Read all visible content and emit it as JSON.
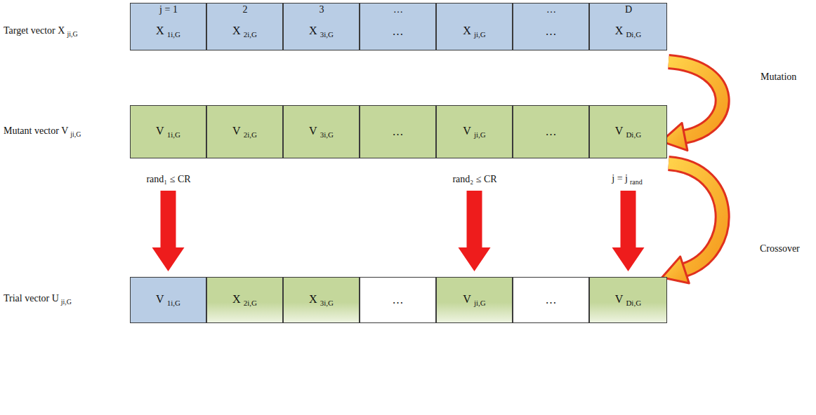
{
  "diagram": {
    "nodes": [
      {
        "text": [
          "X",
          "1i,G"
        ]
      },
      {
        "text": [
          "X",
          "2i,G"
        ]
      },
      {
        "text": [
          "X",
          "3i,G"
        ]
      },
      {
        "text": [
          "…"
        ]
      },
      {
        "text": [
          "X",
          "ji,G"
        ]
      },
      {
        "text": [
          "…"
        ]
      },
      {
        "text": [
          "X",
          "Di,G"
        ]
      },
      {
        "text": [
          "V",
          "1i,G"
        ]
      },
      {
        "text": [
          "V",
          "2i,G"
        ]
      },
      {
        "text": [
          "V",
          "3i,G"
        ]
      },
      {
        "text": [
          "…"
        ]
      },
      {
        "text": [
          "V",
          "ji,G"
        ]
      },
      {
        "text": [
          "…"
        ]
      },
      {
        "text": [
          "V",
          "Di,G"
        ]
      },
      {
        "text": [
          "V",
          "1i,G"
        ]
      },
      {
        "text": [
          "X",
          "2i,G"
        ]
      },
      {
        "text": [
          "X",
          "3i,G"
        ]
      },
      {
        "text": [
          "…"
        ]
      },
      {
        "text": [
          "V",
          "ji,G"
        ]
      },
      {
        "text": [
          "…"
        ]
      },
      {
        "text": [
          "V",
          "Di,G"
        ]
      }
    ],
    "edges": [
      {
        "from": 7,
        "to": 14,
        "arrow": "to"
      },
      {
        "from": 11,
        "to": 18,
        "arrow": "to"
      },
      {
        "from": 13,
        "to": 20,
        "arrow": "to"
      }
    ],
    "labels": [
      "j = 1",
      "2",
      "3",
      "…",
      "…",
      "D",
      "Target vector X",
      "ji,G",
      "Mutant vector V",
      "ji,G",
      "Trial vector U",
      "ji,G",
      "rand₁ ≤ CR",
      "rand₂ ≤ CR",
      "j = j",
      "rand",
      "Mutation",
      "Crossover"
    ]
  }
}
